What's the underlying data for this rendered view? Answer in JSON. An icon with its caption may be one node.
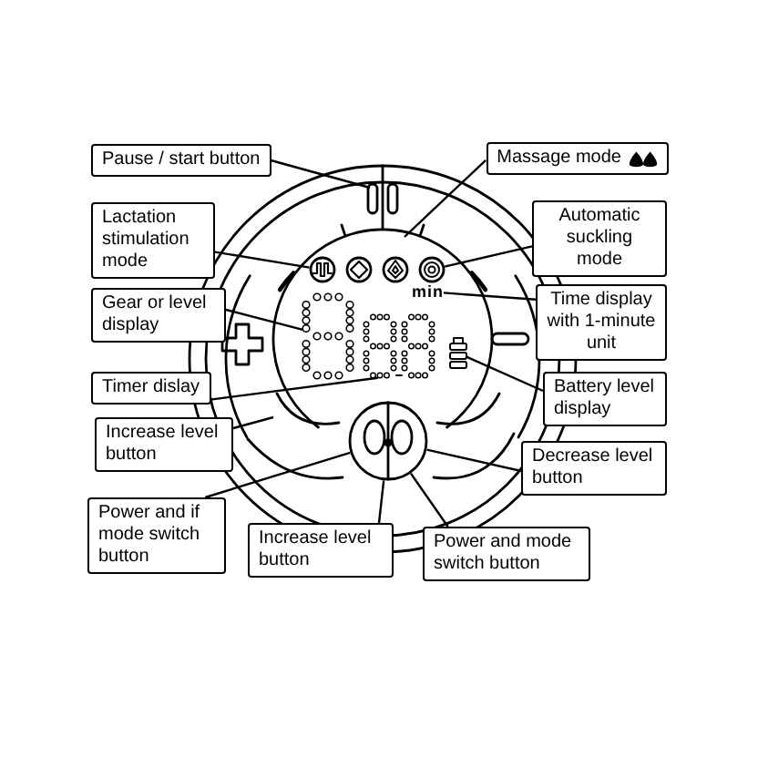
{
  "diagram": {
    "nodes": [
      {
        "text": [
          "Pause / start button"
        ]
      },
      {
        "text": [
          "Lactation stimulation mode"
        ]
      },
      {
        "text": [
          "Gear or level display"
        ]
      },
      {
        "text": [
          "Timer dislay"
        ]
      },
      {
        "text": [
          "Increase level button"
        ]
      },
      {
        "text": [
          "Power and if mode switch button"
        ]
      },
      {
        "text": [
          "Increase level button"
        ]
      },
      {
        "text": [
          "Power and mode switch button"
        ]
      },
      {
        "text": [
          "Massage mode"
        ]
      },
      {
        "text": [
          "Automatic suckling mode"
        ]
      },
      {
        "text": [
          "Time display with 1-minute unit"
        ]
      },
      {
        "text": [
          "Battery level display"
        ]
      },
      {
        "text": [
          "Decrease level button"
        ]
      },
      {
        "text": [
          "min"
        ]
      },
      {
        "text": [],
        "shape": "circle"
      },
      {
        "text": [],
        "shape": "picture"
      },
      {
        "text": [],
        "shape": "picture"
      },
      {
        "text": [],
        "shape": "circle"
      },
      {
        "text": [],
        "shape": "picture"
      },
      {
        "text": [],
        "shape": "circle"
      }
    ],
    "edges": [
      {
        "from": 0,
        "to": null,
        "arrow": "none"
      },
      {
        "from": 1,
        "to": 14,
        "arrow": "none"
      },
      {
        "from": 2,
        "to": 15,
        "arrow": "none"
      },
      {
        "from": 3,
        "to": 16,
        "arrow": "none"
      },
      {
        "from": 4,
        "to": null,
        "arrow": "none"
      },
      {
        "from": 5,
        "to": 19,
        "arrow": "none"
      },
      {
        "from": 6,
        "to": 19,
        "arrow": "none"
      },
      {
        "from": 7,
        "to": 19,
        "arrow": "none"
      },
      {
        "from": 8,
        "to": null,
        "arrow": "none"
      },
      {
        "from": 9,
        "to": 17,
        "arrow": "none"
      },
      {
        "from": 10,
        "to": 13,
        "arrow": "none"
      },
      {
        "from": 11,
        "to": 18,
        "arrow": "none"
      },
      {
        "from": 12,
        "to": 19,
        "arrow": "none"
      }
    ]
  }
}
